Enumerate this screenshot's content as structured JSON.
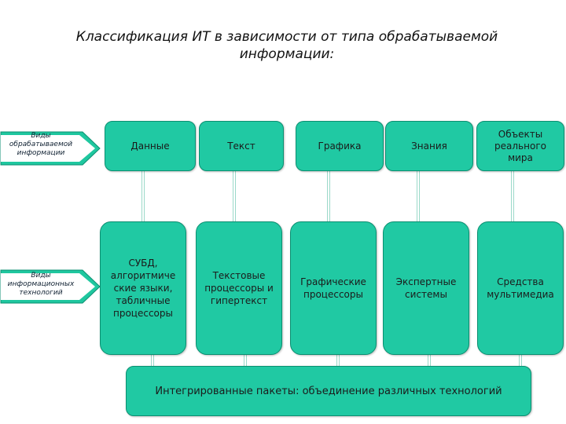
{
  "title": "Классификация ИТ в зависимости от типа обрабатываемой информации:",
  "left_labels": {
    "info": "Виды обрабатываемой информации",
    "tech": "Виды информационных технологий"
  },
  "top_row": [
    "Данные",
    "Текст",
    "Графика",
    "Знания",
    "Объекты реального мира"
  ],
  "middle_row": [
    "СУБД, алгоритмиче ские языки, табличные процессоры",
    "Текстовые процессоры и гипертекст",
    "Графические процессоры",
    "Экспертные системы",
    "Средства мультимедиа"
  ],
  "bottom": "Интегрированные пакеты: объединение различных технологий",
  "colors": {
    "box_fill": "#20c9a3",
    "box_border": "#0b8f71",
    "arrow_fill": "#1fc79f"
  }
}
